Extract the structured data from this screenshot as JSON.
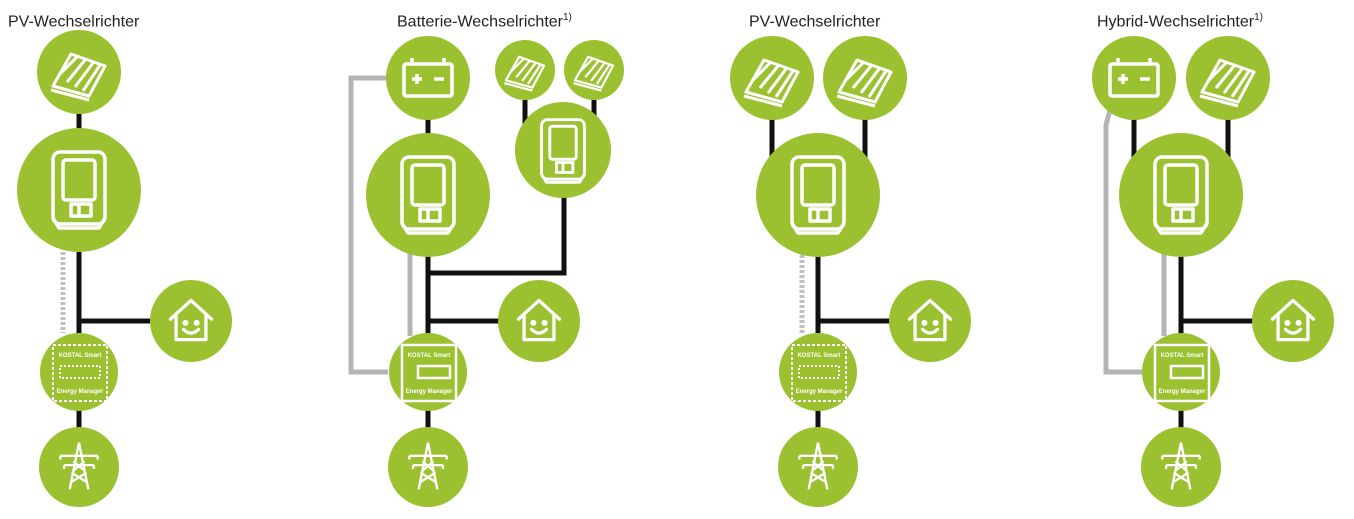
{
  "panels": [
    {
      "title": "PV-Wechselrichter",
      "footnote": ""
    },
    {
      "title": "Batterie-Wechselrichter",
      "footnote": "1)"
    },
    {
      "title": "PV-Wechselrichter",
      "footnote": ""
    },
    {
      "title": "Hybrid-Wechselrichter",
      "footnote": "1)"
    }
  ],
  "meter": {
    "line1": "KOSTAL Smart",
    "line2": "Energy Manager"
  },
  "battery_symbol": "+ -",
  "colors": {
    "node": "#9bc131",
    "icon": "#ffffff",
    "power_line": "#111111",
    "data_line": "#b4b4b4"
  }
}
